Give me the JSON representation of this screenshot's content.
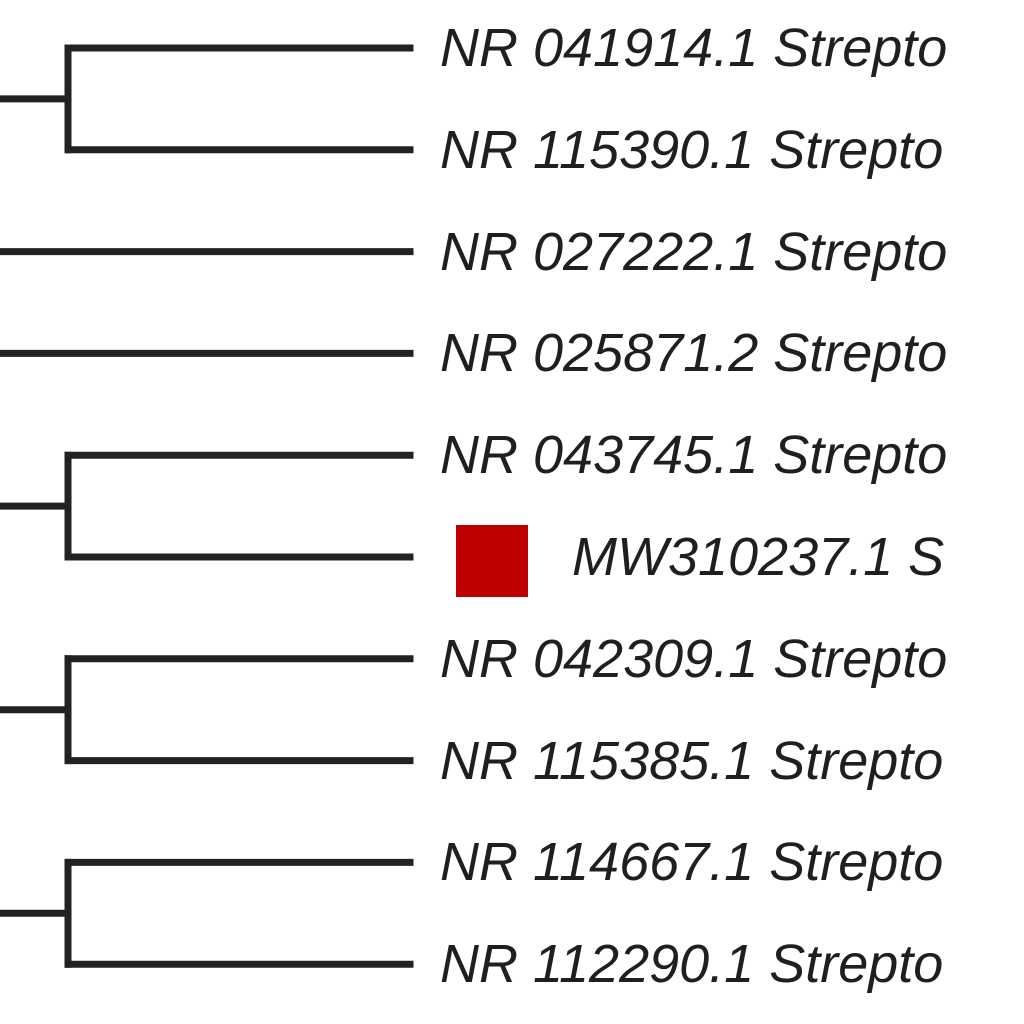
{
  "tree": {
    "line_color": "#222222",
    "highlight_color": "#c00000",
    "leaves": [
      {
        "label": "NR 041914.1 Strepto"
      },
      {
        "label": "NR 115390.1 Strepto"
      },
      {
        "label": "NR 027222.1 Strepto"
      },
      {
        "label": "NR 025871.2 Strepto"
      },
      {
        "label": "NR 043745.1 Strepto"
      },
      {
        "label": "MW310237.1 S",
        "highlighted": true,
        "marker": "red-square"
      },
      {
        "label": "NR 042309.1 Strepto"
      },
      {
        "label": "NR 115385.1 Strepto"
      },
      {
        "label": "NR 114667.1 Strepto"
      },
      {
        "label": "NR 112290.1 Strepto"
      }
    ],
    "clades": [
      [
        0,
        1
      ],
      [
        2
      ],
      [
        3
      ],
      [
        4,
        5
      ],
      [
        6,
        7
      ],
      [
        8,
        9
      ]
    ]
  }
}
